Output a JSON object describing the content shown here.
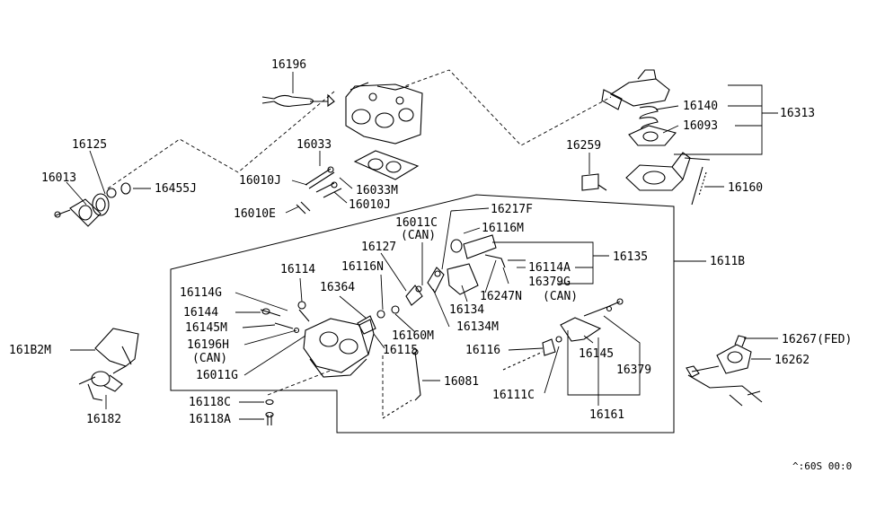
{
  "figure_code": "^:60S 00:0",
  "labels": {
    "p16196": "16196",
    "p16125": "16125",
    "p16013": "16013",
    "p16455J": "16455J",
    "p16033": "16033",
    "p16010J_a": "16010J",
    "p16033M": "16033M",
    "p16010J_b": "16010J",
    "p16010E": "16010E",
    "p16140": "16140",
    "p16093": "16093",
    "p16313": "16313",
    "p16259": "16259",
    "p16160": "16160",
    "p16217F": "16217F",
    "p16011C": "16011C",
    "p16011C_note": "(CAN)",
    "p16116M": "16116M",
    "p16127": "16127",
    "p16135": "16135",
    "p1611B": "1611B",
    "p16114": "16114",
    "p16116N": "16116N",
    "p16114A": "16114A",
    "p16379G": "16379G",
    "p16379G_note": "(CAN)",
    "p16364": "16364",
    "p16247N": "16247N",
    "p16114G": "16114G",
    "p16134": "16134",
    "p16144": "16144",
    "p16134M": "16134M",
    "p16145M": "16145M",
    "p16160M": "16160M",
    "p16196H": "16196H",
    "p16196H_note": "(CAN)",
    "p16115": "16115",
    "p16116": "16116",
    "p16145": "16145",
    "p16379": "16379",
    "p16011G": "16011G",
    "p16081": "16081",
    "p16111C": "16111C",
    "p16118C": "16118C",
    "p16161": "16161",
    "p16118A": "16118A",
    "p161B2M": "161B2M",
    "p16182": "16182",
    "p16267": "16267(FED)",
    "p16262": "16262"
  }
}
